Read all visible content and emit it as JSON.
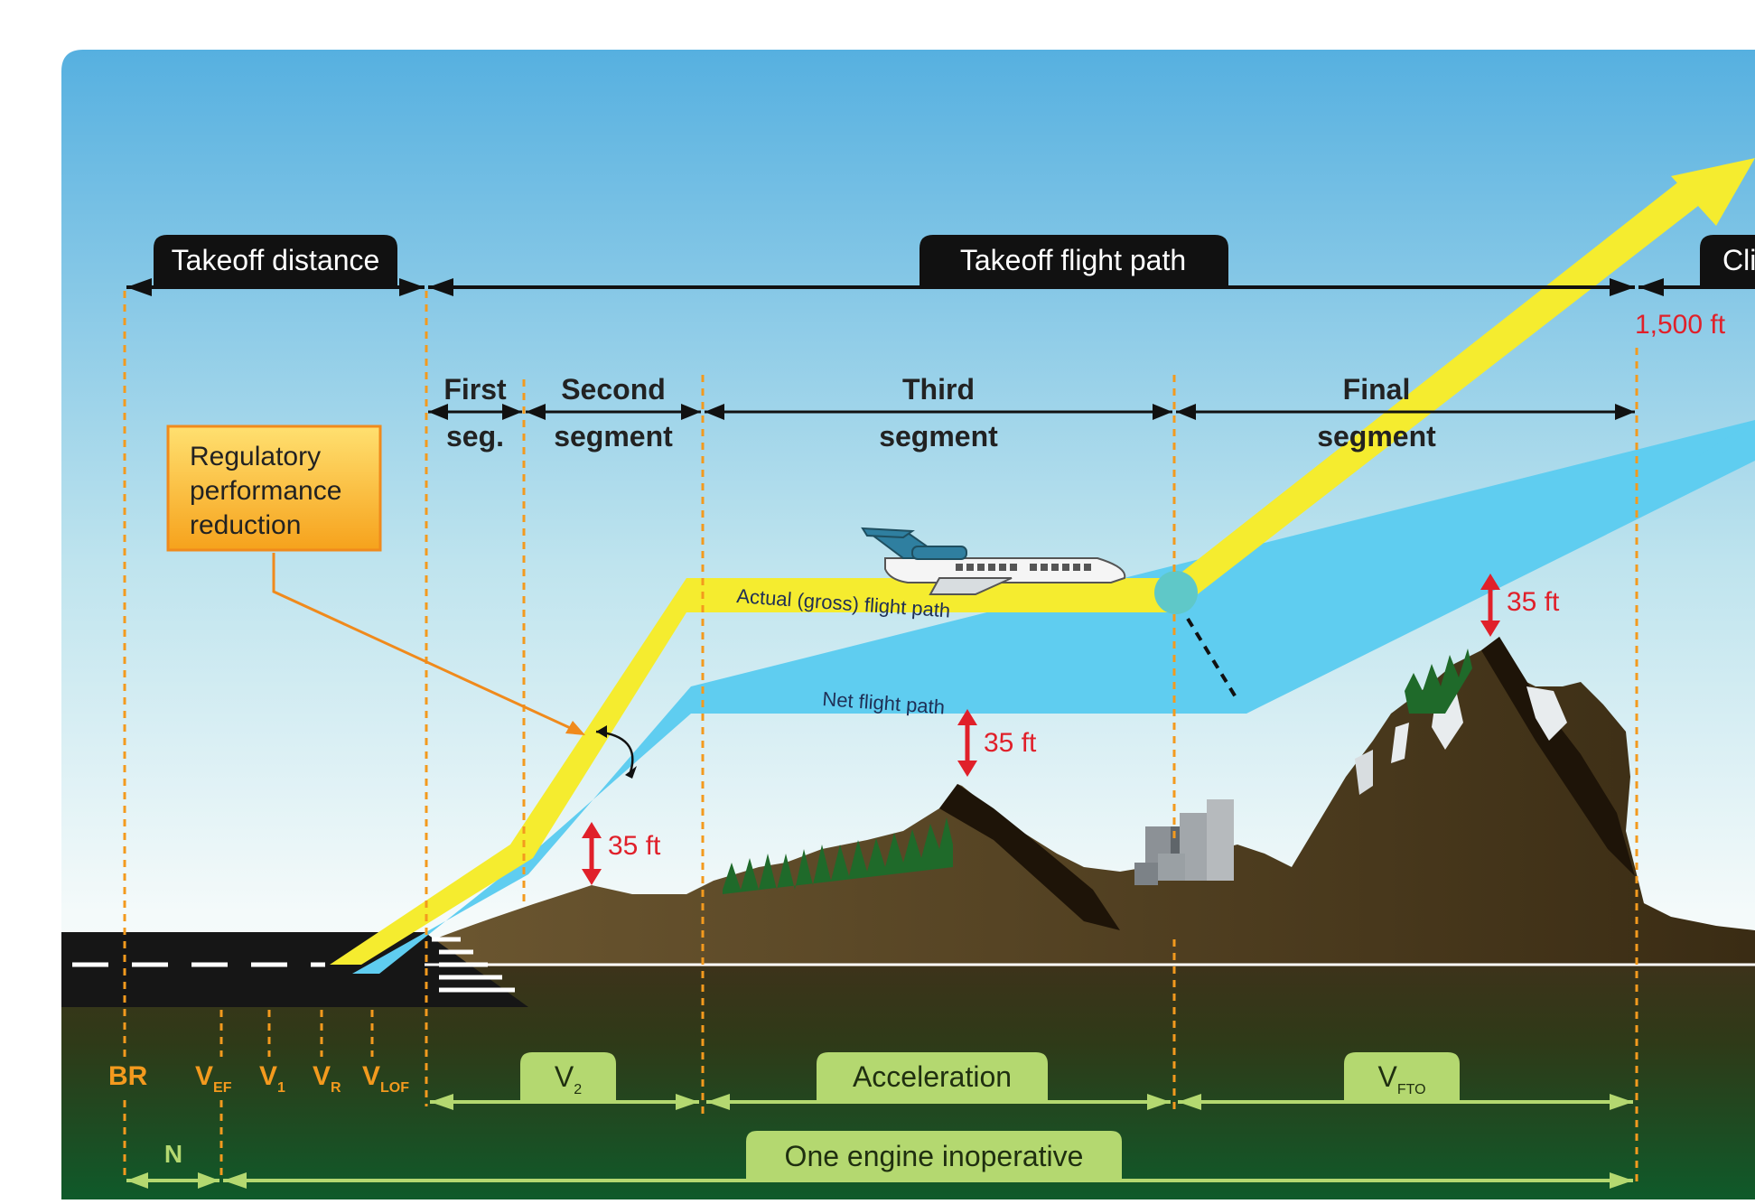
{
  "header": {
    "takeoff_distance": "Takeoff distance",
    "takeoff_flight_path": "Takeoff flight path",
    "climb_truncated": "Cli"
  },
  "altitude_label": "1,500 ft",
  "segments": {
    "first_line1": "First",
    "first_line2": "seg.",
    "second_line1": "Second",
    "second_line2": "segment",
    "third_line1": "Third",
    "third_line2": "segment",
    "final_line1": "Final",
    "final_line2": "segment"
  },
  "callout": {
    "line1": "Regulatory",
    "line2": "performance",
    "line3": "reduction"
  },
  "paths": {
    "gross": "Actual (gross) flight path",
    "net": "Net flight path"
  },
  "clearances": {
    "first": "35 ft",
    "second": "35 ft",
    "third": "35 ft"
  },
  "speeds": {
    "br": "BR",
    "vef_main": "V",
    "vef_sub": "EF",
    "v1_main": "V",
    "v1_sub": "1",
    "vr_main": "V",
    "vr_sub": "R",
    "vlof_main": "V",
    "vlof_sub": "LOF"
  },
  "bottom": {
    "v2_main": "V",
    "v2_sub": "2",
    "acceleration": "Acceleration",
    "vfto_main": "V",
    "vfto_sub": "FTO",
    "n": "N",
    "oei": "One engine inoperative"
  },
  "colors": {
    "gross_path": "#f5ec2f",
    "net_path": "#5fcdf0",
    "guide_lines": "#f39a1e",
    "clearance_arrows": "#e0202a",
    "bottom_pills": "#b4d870"
  }
}
